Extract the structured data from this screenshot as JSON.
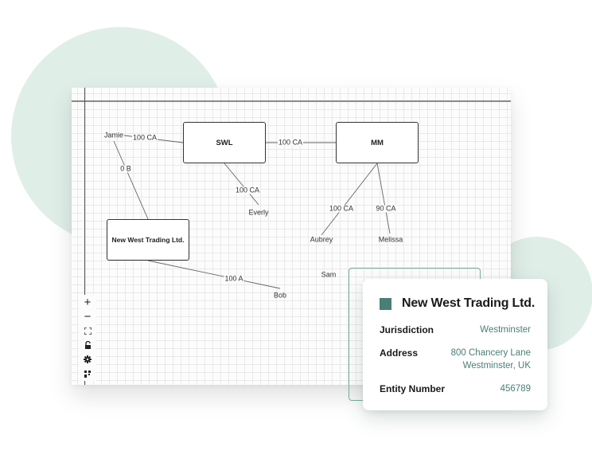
{
  "colors": {
    "accent": "#4a7f76",
    "blob": "#e0eee8",
    "outline": "#7aab9c",
    "edge": "#666666"
  },
  "diagram": {
    "nodes": [
      {
        "id": "swl",
        "label": "SWL"
      },
      {
        "id": "mm",
        "label": "MM"
      },
      {
        "id": "nwt",
        "label": "New West Trading Ltd."
      }
    ],
    "people": [
      {
        "id": "jamie",
        "label": "Jamie"
      },
      {
        "id": "everly",
        "label": "Everly"
      },
      {
        "id": "aubrey",
        "label": "Aubrey"
      },
      {
        "id": "melissa",
        "label": "Melissa"
      },
      {
        "id": "bob",
        "label": "Bob"
      },
      {
        "id": "sam",
        "label": "Sam"
      }
    ],
    "edges": [
      {
        "from": "jamie",
        "to": "swl",
        "label": "100 CA"
      },
      {
        "from": "swl",
        "to": "mm",
        "label": "100 CA"
      },
      {
        "from": "jamie",
        "to": "nwt",
        "label": "0 B"
      },
      {
        "from": "swl",
        "to": "everly",
        "label": "100 CA"
      },
      {
        "from": "mm",
        "to": "aubrey",
        "label": "100 CA"
      },
      {
        "from": "mm",
        "to": "melissa",
        "label": "90 CA"
      },
      {
        "from": "nwt",
        "to": "bob",
        "label": "100 A"
      }
    ]
  },
  "toolbar": {
    "zoom_in": "+",
    "zoom_out": "−",
    "fit": "⛶",
    "lock": "🔒",
    "settings": "⚙",
    "layout": "⁞"
  },
  "detail_card": {
    "title": "New West Trading Ltd.",
    "rows": [
      {
        "key": "Jurisdiction",
        "value": "Westminster"
      },
      {
        "key": "Address",
        "value_line1": "800 Chancery Lane",
        "value_line2": "Westminster, UK"
      },
      {
        "key": "Entity Number",
        "value": "456789"
      }
    ]
  }
}
